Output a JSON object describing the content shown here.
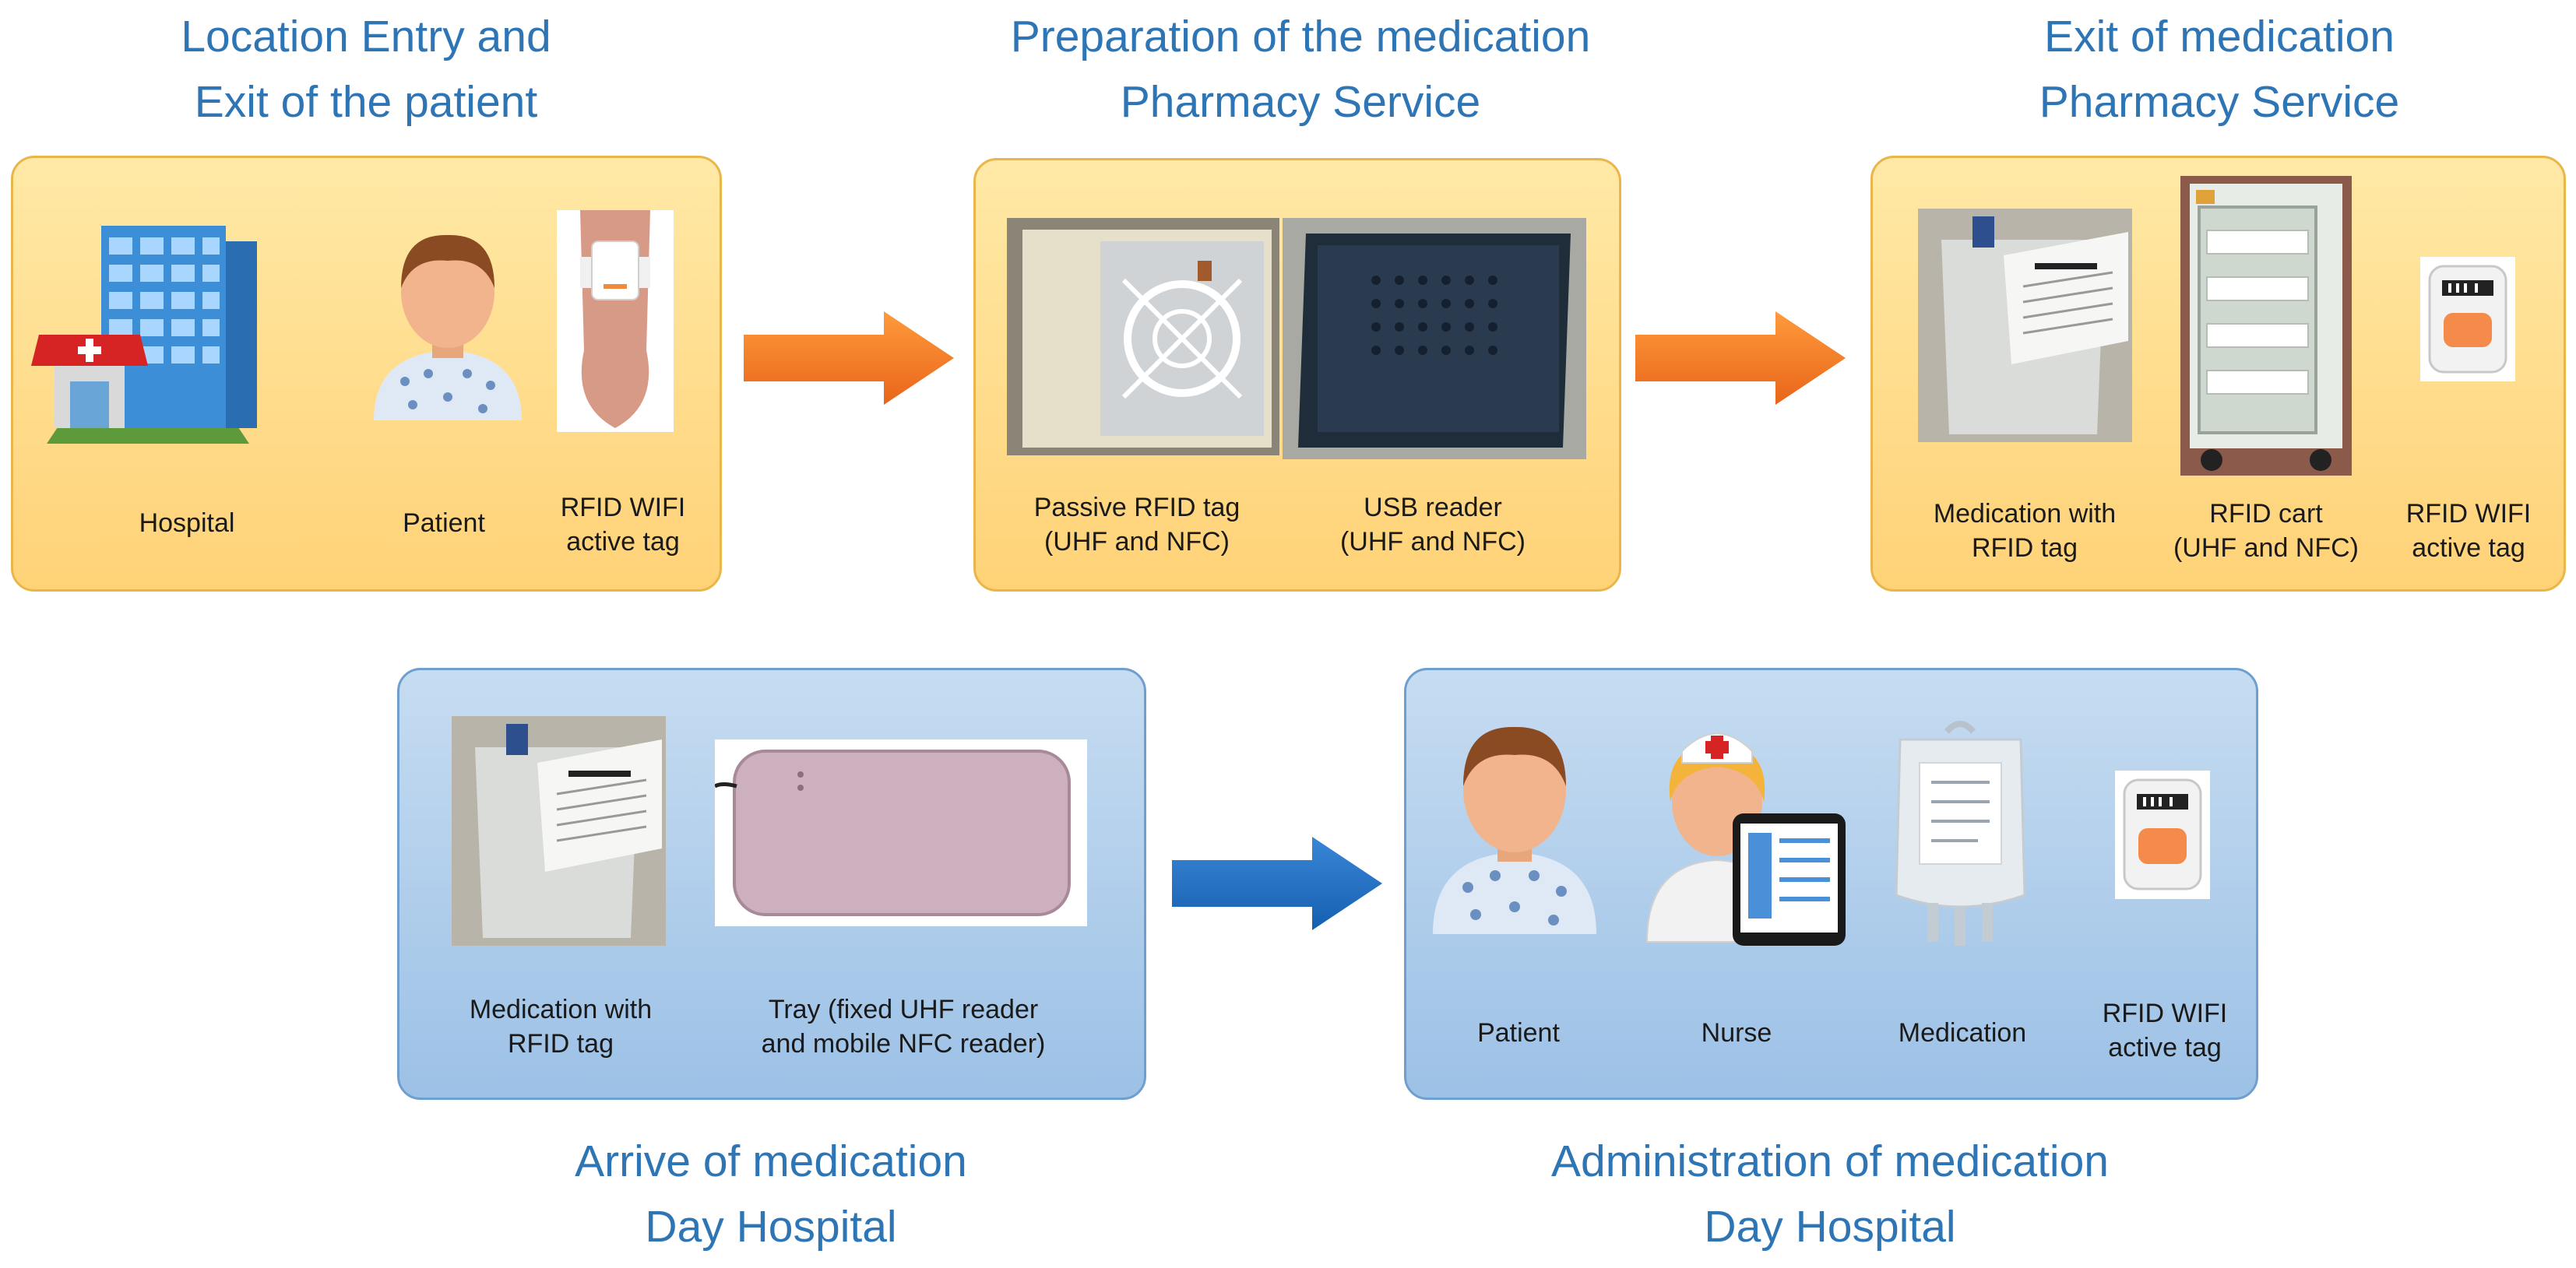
{
  "stages": [
    {
      "title_line1": "Location Entry and",
      "title_line2": "Exit of the patient",
      "items": [
        {
          "label_line1": "Hospital",
          "label_line2": ""
        },
        {
          "label_line1": "Patient",
          "label_line2": ""
        },
        {
          "label_line1": "RFID WIFI",
          "label_line2": "active tag"
        }
      ]
    },
    {
      "title_line1": "Preparation of the medication",
      "title_line2": "Pharmacy Service",
      "items": [
        {
          "label_line1": "Passive RFID tag",
          "label_line2": "(UHF and NFC)"
        },
        {
          "label_line1": "USB reader",
          "label_line2": "(UHF and NFC)"
        }
      ]
    },
    {
      "title_line1": "Exit of medication",
      "title_line2": "Pharmacy Service",
      "items": [
        {
          "label_line1": "Medication with",
          "label_line2": "RFID tag"
        },
        {
          "label_line1": "RFID cart",
          "label_line2": "(UHF and NFC)"
        },
        {
          "label_line1": "RFID WIFI",
          "label_line2": "active tag"
        }
      ]
    },
    {
      "title_line1": "Arrive of medication",
      "title_line2": "Day Hospital",
      "items": [
        {
          "label_line1": "Medication with",
          "label_line2": "RFID tag"
        },
        {
          "label_line1": "Tray (fixed UHF reader",
          "label_line2": "and mobile NFC reader)"
        }
      ]
    },
    {
      "title_line1": "Administration of medication",
      "title_line2": "Day Hospital",
      "items": [
        {
          "label_line1": "Patient",
          "label_line2": ""
        },
        {
          "label_line1": "Nurse",
          "label_line2": ""
        },
        {
          "label_line1": "Medication",
          "label_line2": ""
        },
        {
          "label_line1": "RFID WIFI",
          "label_line2": "active tag"
        }
      ]
    }
  ],
  "colors": {
    "title": "#2e75b6",
    "orange_panel": "#ffd277",
    "blue_panel": "#9cc1e6",
    "orange_arrow": "#f47c20",
    "blue_arrow": "#1f6fc5"
  }
}
